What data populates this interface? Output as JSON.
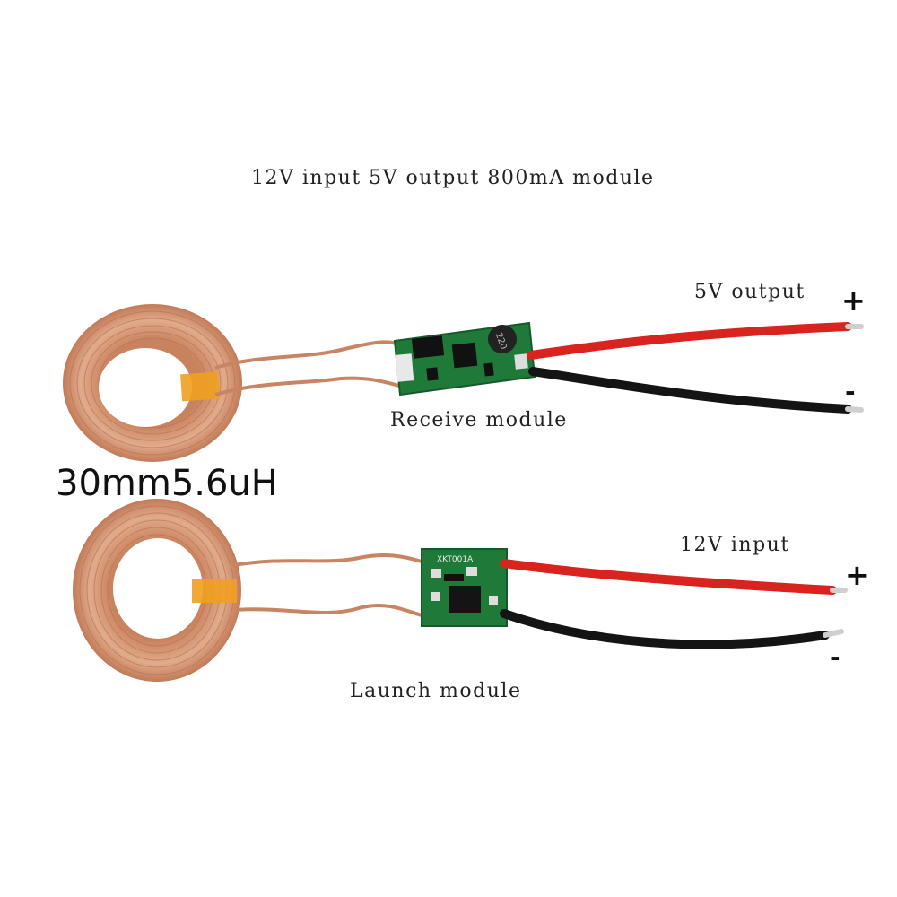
{
  "title": "12V input 5V output 800mA module",
  "receive": {
    "output_label": "5V output",
    "module_label": "Receive module",
    "plus": "+",
    "minus": "-",
    "inductor_marking": "220"
  },
  "coil_spec": "30mm5.6uH",
  "launch": {
    "input_label": "12V input",
    "module_label": "Launch module",
    "plus": "+",
    "minus": "-",
    "board_marking": "XKT001A"
  },
  "colors": {
    "copper": "#d9a07f",
    "copper_dark": "#b8714f",
    "pcb": "#1f7a3a",
    "wire_red": "#d8231f",
    "wire_black": "#141414",
    "tape": "#f0a020"
  }
}
